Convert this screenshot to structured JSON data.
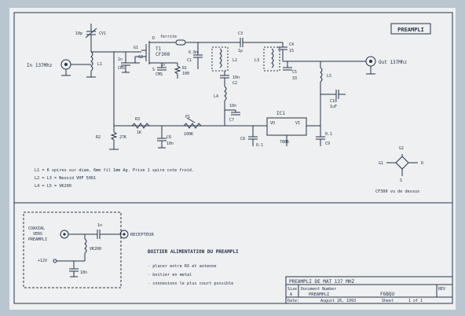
{
  "title_tag": "PREAMPLI",
  "components": {
    "cv1": {
      "ref": "CV1",
      "value": "10p"
    },
    "l1": {
      "ref": "L1"
    },
    "t1": {
      "ref": "T1",
      "model": "CF300"
    },
    "g1": "G1",
    "g2": "G2",
    "d": "D",
    "s": "S",
    "ferrite": "ferrite",
    "c2": {
      "ref": "1n",
      "type": "CMS"
    },
    "c3b": {
      "ref": "1n",
      "type": "CMS"
    },
    "r1": {
      "ref": "R1",
      "value": "100"
    },
    "c1": {
      "ref": "C1",
      "value": "6.8n"
    },
    "l2": {
      "ref": "L2"
    },
    "c3": {
      "ref": "C3",
      "value": "1p"
    },
    "l3": {
      "ref": "L3"
    },
    "c4": {
      "ref": "C4",
      "value": "15"
    },
    "c5": {
      "ref": "C5",
      "value": "33"
    },
    "cl2": {
      "ref": "C2",
      "value": "10n"
    },
    "l4": {
      "ref": "L4"
    },
    "c7": {
      "ref": "C7",
      "value": "10n"
    },
    "l5": {
      "ref": "L5"
    },
    "c10": {
      "ref": "C10",
      "value": "1uF"
    },
    "r3": {
      "ref": "R3",
      "value": "1K"
    },
    "r2": {
      "ref": "R2",
      "value": "27K"
    },
    "c6": {
      "ref": "C6",
      "value": "10n"
    },
    "p1": {
      "ref": "P1",
      "value": "100K"
    },
    "ic1": {
      "ref": "IC1",
      "vo": "VO",
      "vi": "VI",
      "part": "7806"
    },
    "c8": {
      "ref": "C8",
      "value": "0.1"
    },
    "c9": {
      "ref": "C9",
      "value": "0.1"
    }
  },
  "ports": {
    "input": "In 137Mhz",
    "output": "Out 137Mhz",
    "coax": "COAXIAL\nVERS\nPREAMPLI",
    "coax_lines": [
      "COAXIAL",
      "VERS",
      "PREAMPLI"
    ],
    "recepteur": "RECEPTEUR",
    "plus12": "+12V"
  },
  "notes": [
    "L1 = 6 spires sur diam. 6mm fil 1mm Ag. Prise 1 spire cote froid.",
    "L2 = L3 = Neosid VHF 5061",
    "L4 = L5 = VK200"
  ],
  "pinout": {
    "caption": "CF300 vu de dessus",
    "g1": "G1",
    "g2": "G2",
    "d": "D",
    "s": "S"
  },
  "power_box": {
    "c_ref": "1n",
    "vk": "VK200",
    "c2": "10n",
    "title": "BOITIER ALIMENTATION DU PREAMPLI",
    "bullets": [
      "- placer entre RX et antenne",
      "- boitier en metal",
      "- connexions le plus court possible"
    ]
  },
  "title_block": {
    "title": "PREAMPLI DE MAT 137 MHZ",
    "size_label": "Size",
    "size_value": "A",
    "docnum_label": "Document Number",
    "docnum_value": "PREAMPLI",
    "author": "F6BQU",
    "rev_label": "REV",
    "date_label": "Date:",
    "date_value": "August 26, 1993",
    "sheet_label": "Sheet",
    "sheet_value": "1  of  1"
  },
  "colors": {
    "ink": "#26334a",
    "paper": "#eef0f1",
    "border": "#b9c6cf"
  }
}
